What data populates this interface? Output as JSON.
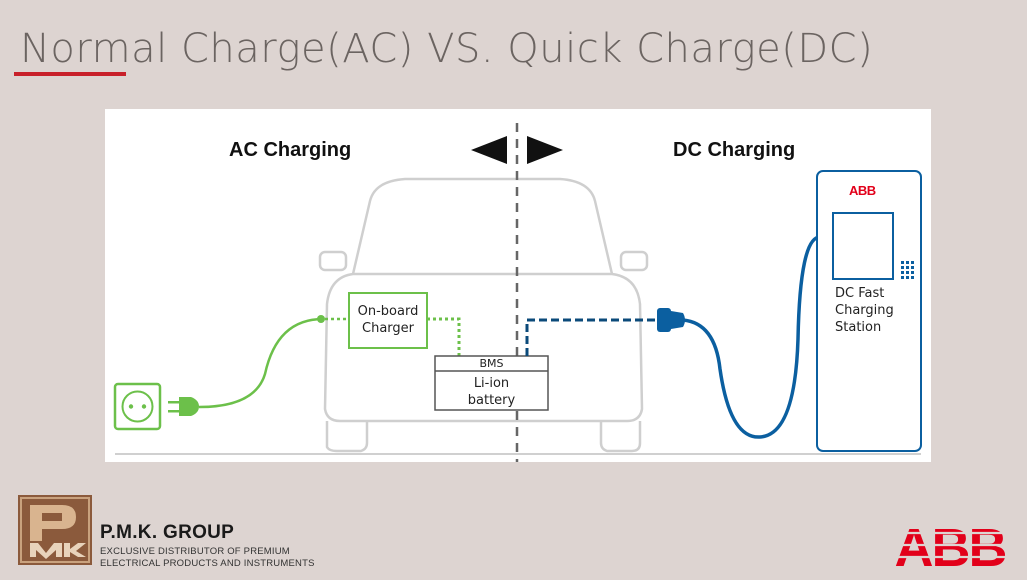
{
  "slide": {
    "title": "Normal Charge(AC) VS. Quick Charge(DC)",
    "accent_color": "#c8202a"
  },
  "diagram": {
    "ac_heading": "AC Charging",
    "dc_heading": "DC Charging",
    "onboard_charger_line1": "On-board",
    "onboard_charger_line2": "Charger",
    "bms_label": "BMS",
    "battery_line1": "Li-ion",
    "battery_line2": "battery",
    "station_brand": "ABB",
    "station_line1": "DC Fast",
    "station_line2": "Charging",
    "station_line3": "Station",
    "ac_color": "#6cc04a",
    "dc_color": "#0b4a7a",
    "icons": [
      "wall-socket-icon",
      "ac-plug-icon",
      "dc-plug-icon",
      "car-front-icon",
      "arrow-left-icon",
      "arrow-right-icon"
    ]
  },
  "footer": {
    "company_name": "P.M.K. GROUP",
    "tagline_line1": "EXCLUSIVE DISTRIBUTOR OF PREMIUM",
    "tagline_line2": "ELECTRICAL PRODUCTS AND INSTRUMENTS",
    "brand_logo": "ABB",
    "brand_color": "#e2001a"
  }
}
